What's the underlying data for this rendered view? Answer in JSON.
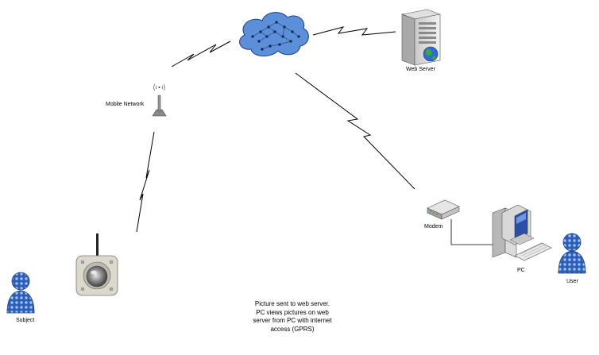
{
  "labels": {
    "mobile_network": "Mobile Network",
    "web_server": "Web Server",
    "modem": "Modem",
    "pc": "PC",
    "user": "User",
    "subject": "Subject"
  },
  "caption": "Picture sent to web server. PC views pictures on web server from PC with internet access (GPRS)",
  "colors": {
    "person_blue": "#2d5fb8",
    "cloud_blue": "#5b8fd8"
  }
}
